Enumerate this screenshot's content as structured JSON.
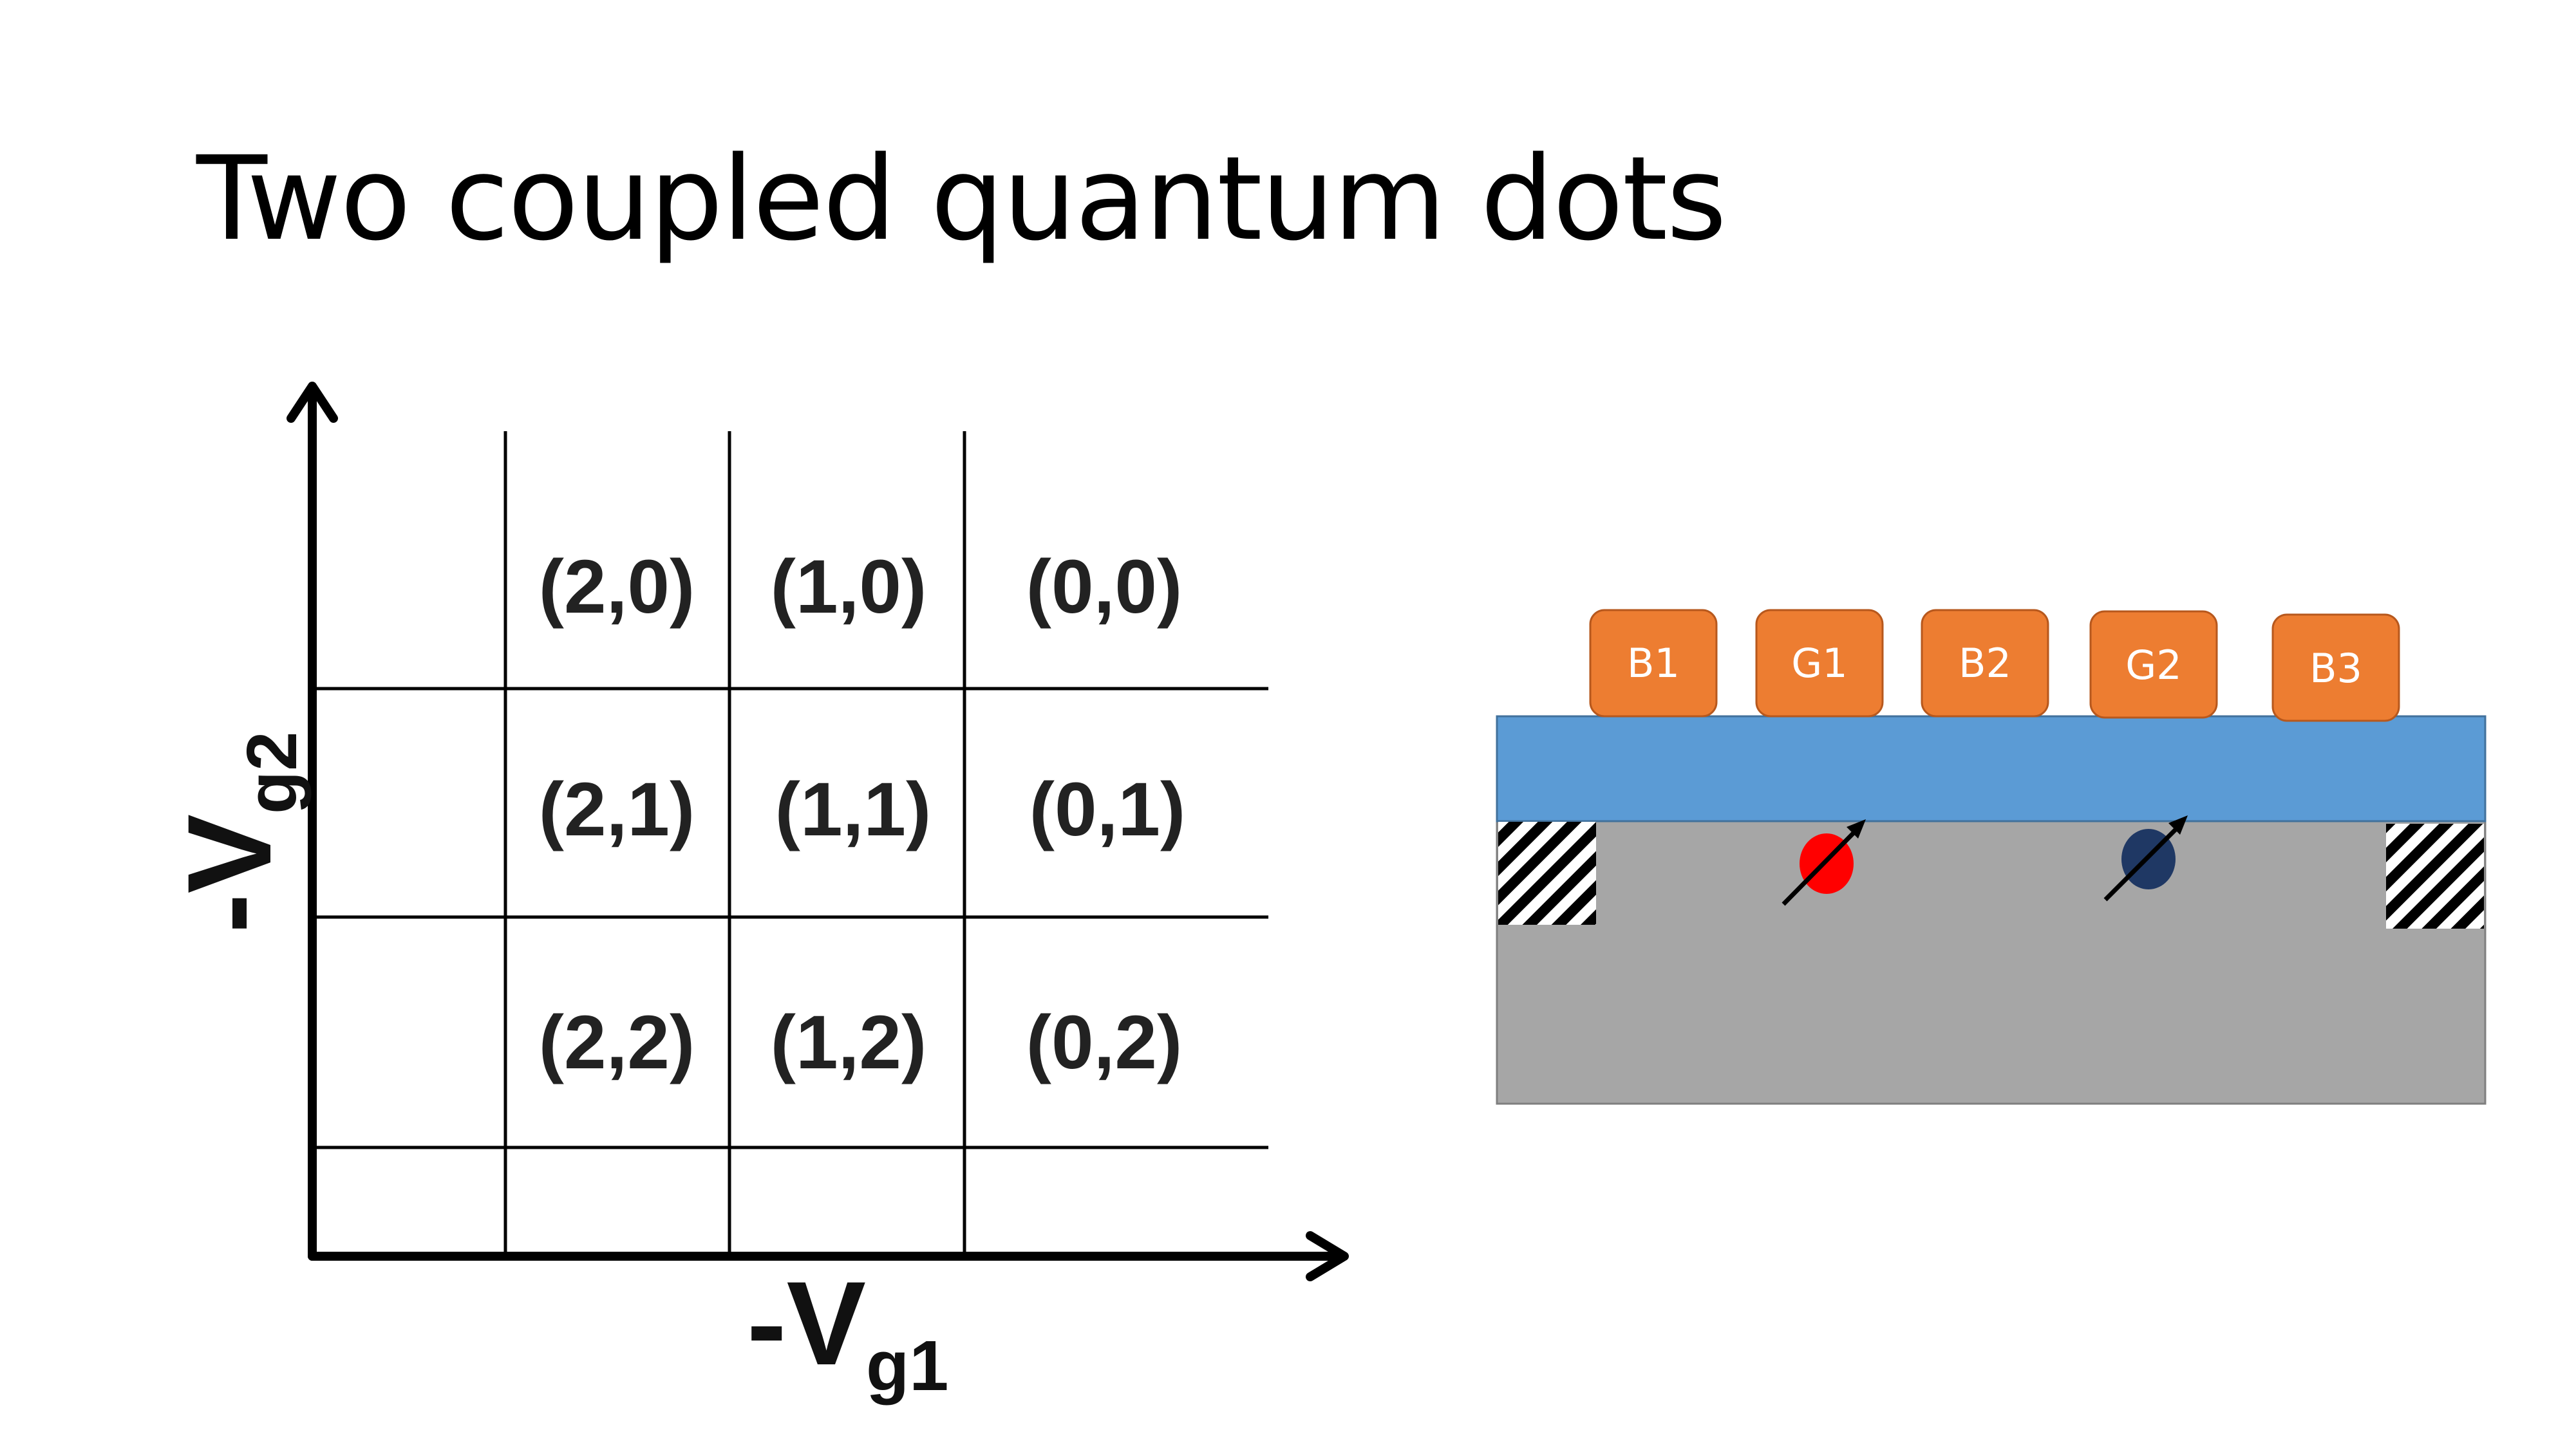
{
  "slide": {
    "title": "Two coupled quantum dots"
  },
  "stability_diagram": {
    "x_axis_label": "-V",
    "x_axis_subscript": "g1",
    "y_axis_label": "-V",
    "y_axis_subscript": "g2",
    "rows": [
      [
        "(2,0)",
        "(1,0)",
        "(0,0)"
      ],
      [
        "(2,1)",
        "(1,1)",
        "(0,1)"
      ],
      [
        "(2,2)",
        "(1,2)",
        "(0,2)"
      ]
    ]
  },
  "device": {
    "gates": [
      "B1",
      "G1",
      "B2",
      "G2",
      "B3"
    ],
    "colors": {
      "gate": "#ED7D31",
      "gate_border": "#B7581D",
      "oxide": "#5B9BD5",
      "substrate": "#A6A6A6",
      "dot_left": "#FF0000",
      "dot_right": "#1F3864"
    }
  }
}
